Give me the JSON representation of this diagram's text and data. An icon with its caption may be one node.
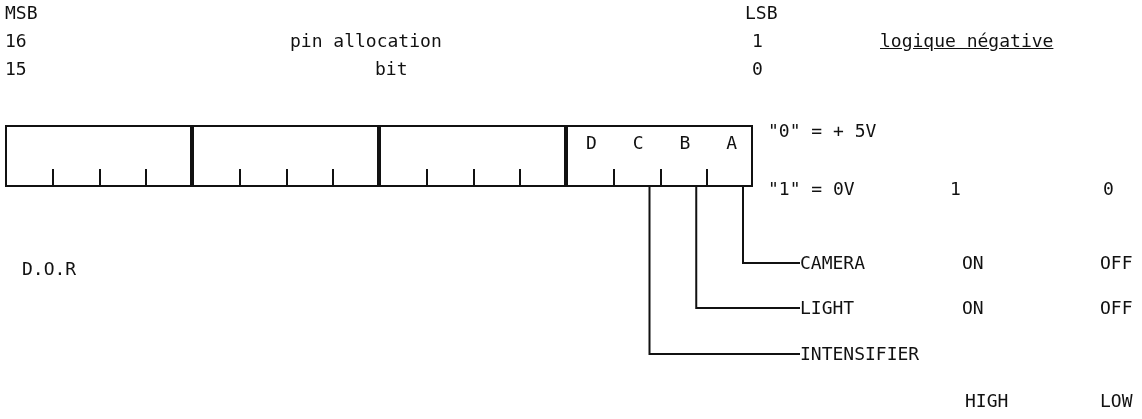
{
  "diagram": {
    "nodes": [
      {
        "text": [],
        "shape": "box"
      },
      {
        "text": [],
        "shape": "box"
      },
      {
        "text": [],
        "shape": "box"
      },
      {
        "text": [],
        "shape": "box"
      },
      {
        "text": [
          "D"
        ],
        "in": 3
      },
      {
        "text": [
          "C"
        ],
        "in": 3
      },
      {
        "text": [
          "B"
        ],
        "in": 3
      },
      {
        "text": [
          "A"
        ],
        "in": 3
      },
      {
        "text": [
          "CAMERA"
        ]
      },
      {
        "text": [
          "LIGHT"
        ]
      },
      {
        "text": [
          "INTENSIFIER"
        ]
      }
    ],
    "edges": [
      {
        "from": 7,
        "to": 8,
        "arrow": "none"
      },
      {
        "from": 6,
        "to": 9,
        "arrow": "none"
      },
      {
        "from": 5,
        "to": 10,
        "arrow": "none"
      }
    ],
    "labels": [
      "MSB",
      "LSB",
      "16",
      "pin allocation",
      "1",
      "logique négative",
      "15",
      "bit",
      "0",
      "\"0\" = + 5V",
      "\"1\" = 0V",
      "1",
      "0",
      "D.O.R",
      "ON",
      "OFF",
      "ON",
      "OFF",
      "HIGH",
      "LOW"
    ]
  }
}
